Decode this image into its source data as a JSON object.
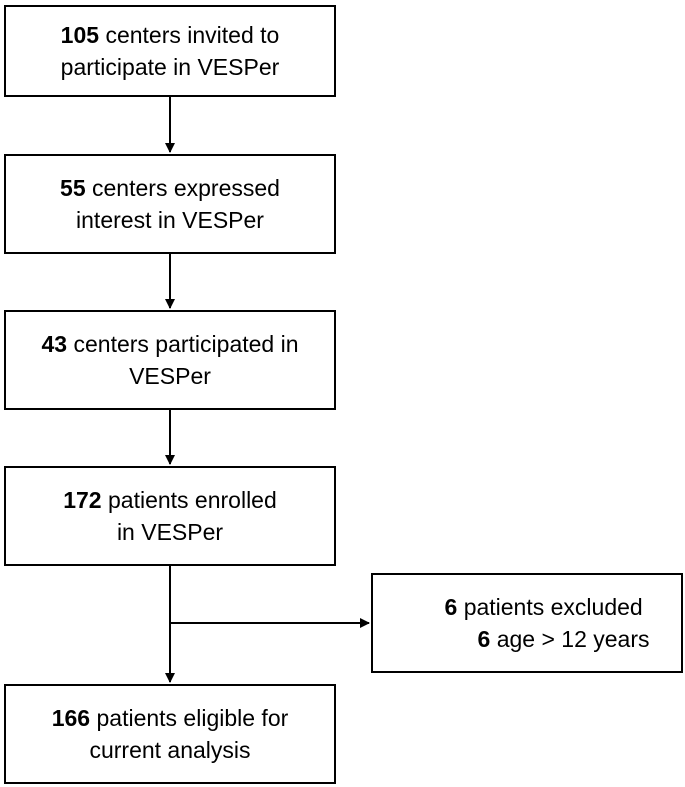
{
  "boxes": [
    {
      "num": "105",
      "line1": "centers invited to",
      "line2": "participate in VESPer"
    },
    {
      "num": "55",
      "line1": "centers expressed",
      "line2": "interest in VESPer"
    },
    {
      "num": "43",
      "line1": "centers participated in",
      "line2": "VESPer"
    },
    {
      "num": "172",
      "line1": "patients enrolled",
      "line2": "in VESPer"
    },
    {
      "num": "166",
      "line1": "patients eligible for",
      "line2": "current analysis"
    }
  ],
  "exclusion": {
    "num": "6",
    "label": "patients excluded",
    "sub_num": "6",
    "sub_label": "age > 12 years"
  }
}
